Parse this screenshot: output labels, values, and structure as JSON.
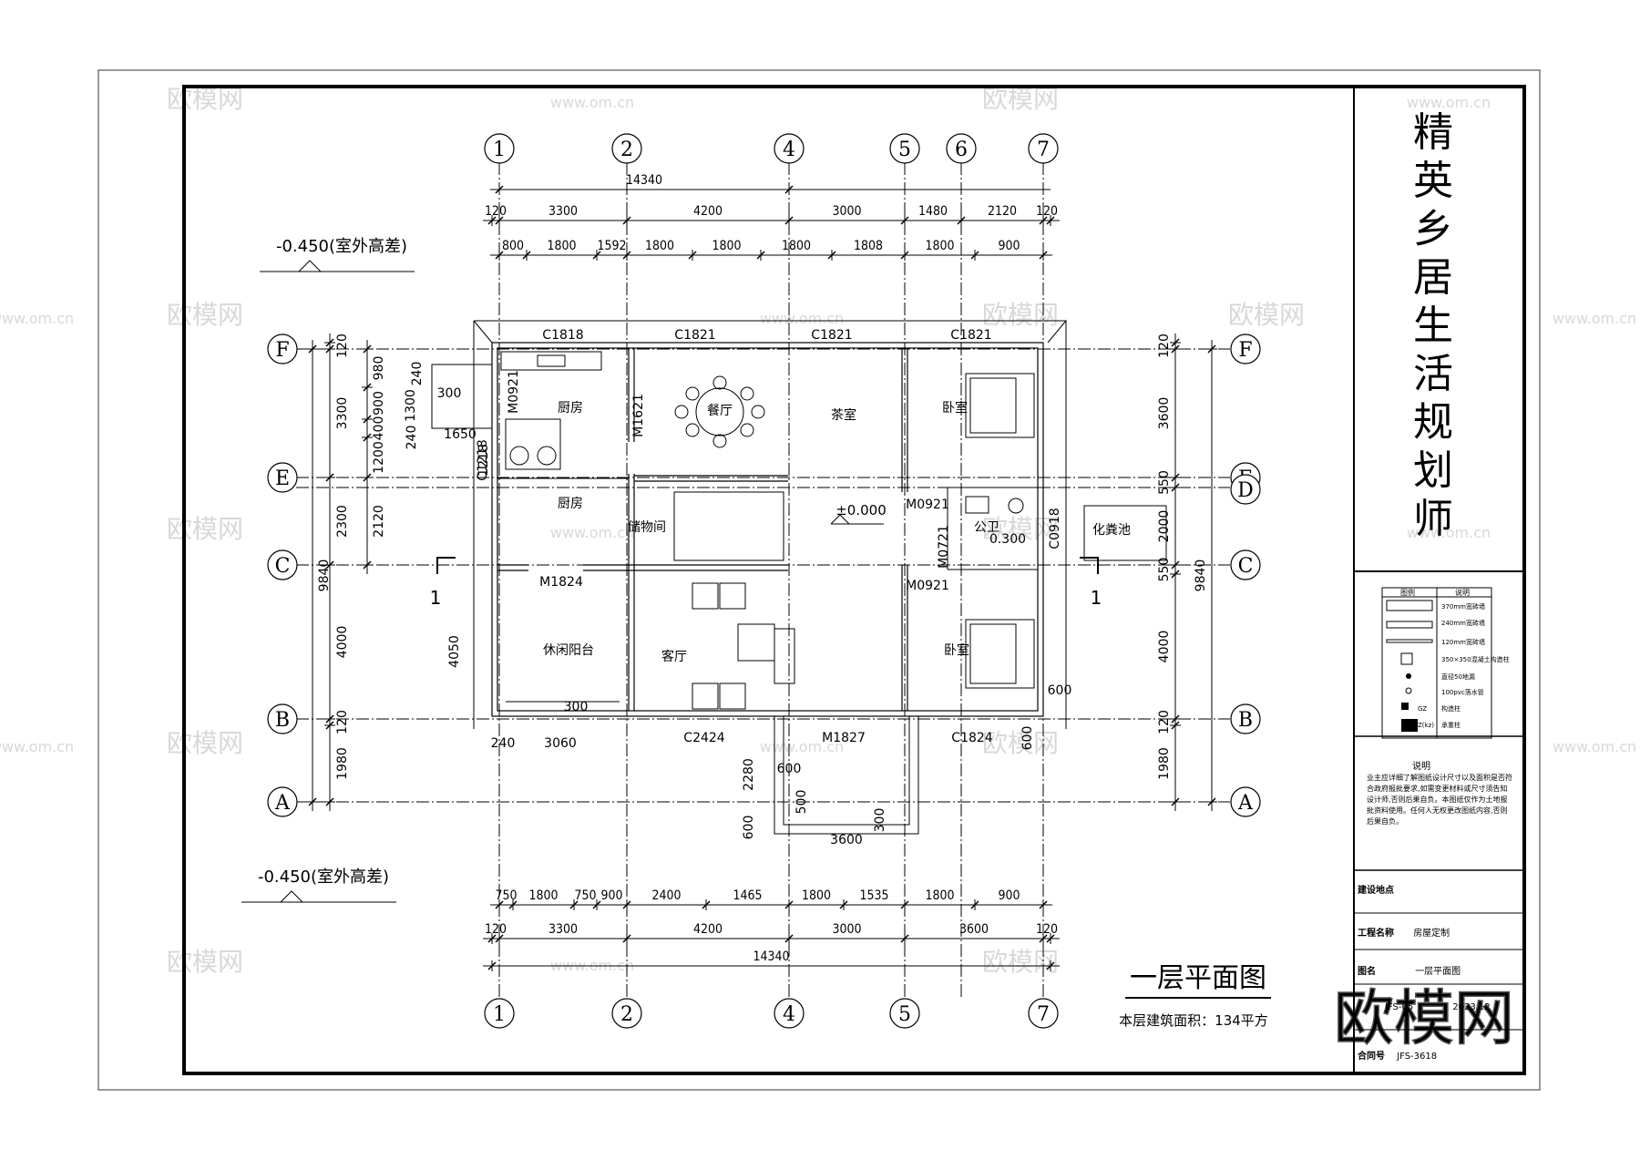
{
  "project_title": "精英乡居生活规划师",
  "drawing_title": "一层平面图",
  "area_note": "本层建筑面积：134平方",
  "elevation_exterior": "-0.450(室外高差)",
  "elevation_floor": "±0.000",
  "section_mark": "1",
  "axes": {
    "vertical": [
      "1",
      "2",
      "4",
      "5",
      "6",
      "7"
    ],
    "bottom_vertical": [
      "1",
      "2",
      "4",
      "5",
      "7"
    ],
    "horizontal": [
      "F",
      "E",
      "D",
      "C",
      "B",
      "A"
    ]
  },
  "dimensions": {
    "top_total": "14340",
    "top_axis": [
      "120",
      "3300",
      "4200",
      "3000",
      "1480",
      "2120",
      "120"
    ],
    "top_detail": [
      "800",
      "1800",
      "1592",
      "1800",
      "1800",
      "1800",
      "1808",
      "1800",
      "900"
    ],
    "bottom_detail": [
      "750",
      "1800",
      "750",
      "900",
      "2400",
      "1465",
      "1800",
      "1535",
      "1800",
      "900"
    ],
    "bottom_axis": [
      "120",
      "3300",
      "4200",
      "3000",
      "3600",
      "120"
    ],
    "bottom_total": "14340",
    "left_total": "9840",
    "left_axis": [
      "120",
      "3300",
      "2300",
      "4000",
      "120",
      "1980"
    ],
    "left_detail": [
      "980",
      "900",
      "400",
      "1200",
      "2120"
    ],
    "left_small": [
      "240",
      "1300",
      "240",
      "300",
      "1650",
      "1218",
      "4050"
    ],
    "right_total": "9840",
    "right_axis": [
      "120",
      "3600",
      "550",
      "2000",
      "550",
      "4000",
      "120",
      "1980"
    ],
    "misc": [
      "240",
      "3060",
      "300",
      "2280",
      "600",
      "500",
      "600",
      "300",
      "3600",
      "600",
      "600",
      "0.300"
    ]
  },
  "openings": [
    "C1818",
    "C1821",
    "C1821",
    "C1821",
    "M0921",
    "M1621",
    "C1218",
    "M1824",
    "M0921",
    "M0721",
    "M0921",
    "C0918",
    "C2424",
    "M1827",
    "C1824"
  ],
  "rooms": [
    "厨房",
    "餐厅",
    "茶室",
    "卧室",
    "厨房",
    "储物间",
    "公卫",
    "化粪池",
    "休闲阳台",
    "客厅",
    "卧室"
  ],
  "legend": {
    "headers": [
      "图例",
      "说明"
    ],
    "items": [
      "370mm宽砖墙",
      "240mm宽砖墙",
      "120mm宽砖墙",
      "350×350混凝土构造柱",
      "直径50地漏",
      "100pvc落水管",
      "GZ",
      "构造柱",
      "Z(kz)",
      "承重柱"
    ]
  },
  "notes": {
    "title": "说明",
    "text": "业主应详细了解图纸设计尺寸以及面积是否符合政府报批要求,如需变更材料或尺寸须告知设计师,否则后果自负。本图纸仅作为土地报批资料使用。任何人无权更改图纸内容,否则后果自负。"
  },
  "title_block": {
    "site_label": "建设地点",
    "project_label": "工程名称",
    "project_value": "房屋定制",
    "drawing_label": "图名",
    "drawing_value": "一层平面图",
    "number_label": "合同号",
    "number_value": "JFS-3618",
    "code_value": "JFS-05",
    "date_value": "2023.12"
  },
  "watermark": {
    "brand": "欧模网",
    "site": "www.om.cn"
  }
}
